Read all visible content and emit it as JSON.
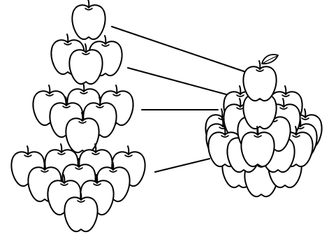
{
  "figure": {
    "description_visible_text": "",
    "line_color": "#000000",
    "fill_color": "#ffffff"
  },
  "layers": [
    {
      "apples": 1
    },
    {
      "apples": 3
    },
    {
      "apples": 6
    },
    {
      "apples": 10
    }
  ],
  "stack": {
    "apples": 20,
    "top_apple_has_leaf": true
  },
  "connectors": 4,
  "icons": {
    "apple": "apple-icon",
    "leaf": "leaf-icon"
  }
}
